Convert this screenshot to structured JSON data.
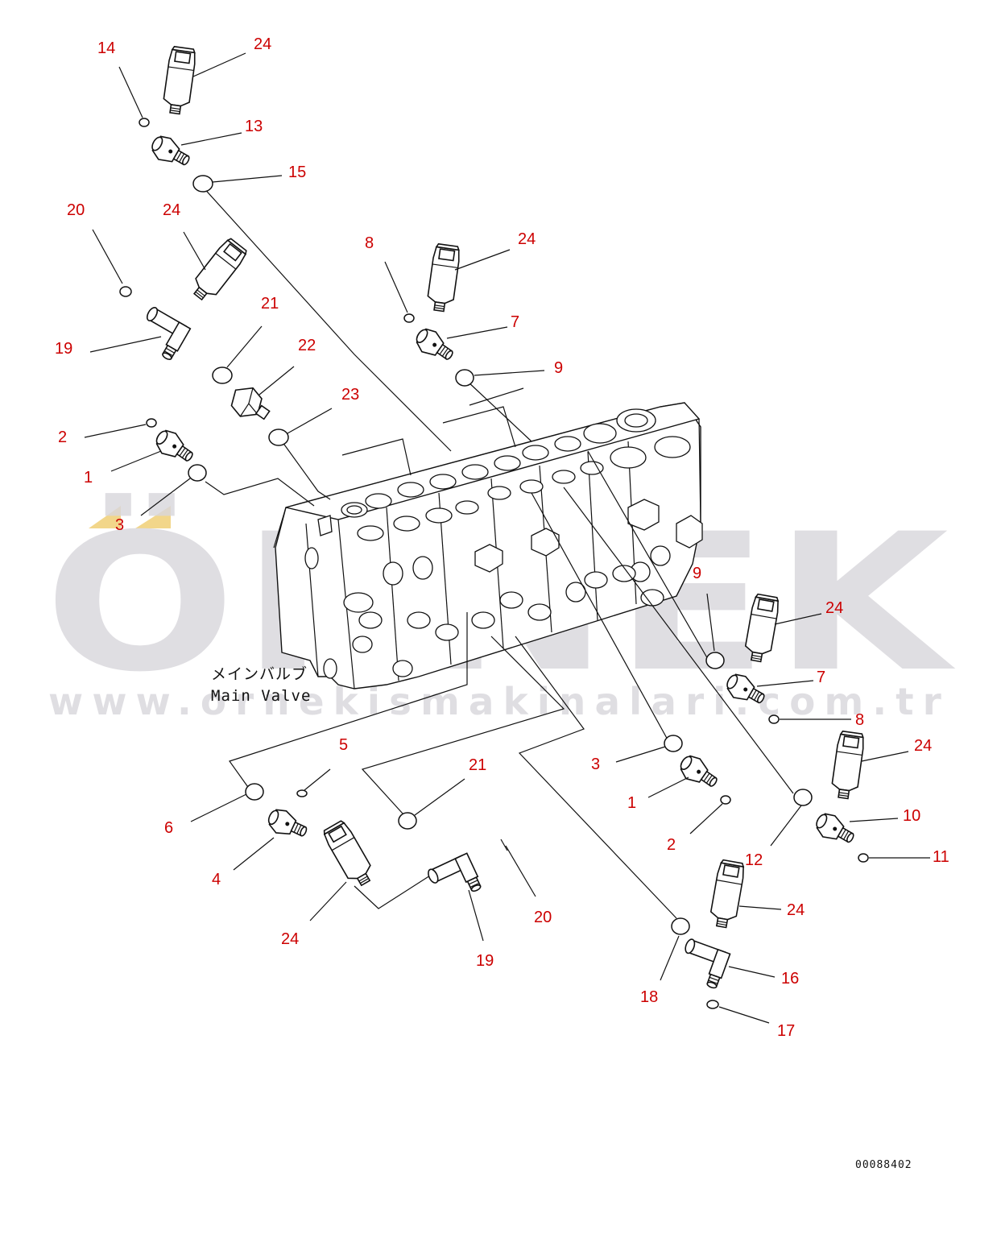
{
  "assembly": {
    "name_jp": "メインバルブ",
    "name_en": "Main Valve"
  },
  "watermark": {
    "brand": "ÖRNEK",
    "url": "www.ornekismakinalari.com.tr",
    "color": "#d9d7dc"
  },
  "drawing_number": "00088402",
  "callout_color": "#cc0000",
  "callouts": [
    {
      "id": "c14a",
      "label": "14"
    },
    {
      "id": "c24a",
      "label": "24"
    },
    {
      "id": "c13a",
      "label": "13"
    },
    {
      "id": "c15a",
      "label": "15"
    },
    {
      "id": "c20a",
      "label": "20"
    },
    {
      "id": "c24b",
      "label": "24"
    },
    {
      "id": "c21a",
      "label": "21"
    },
    {
      "id": "c19a",
      "label": "19"
    },
    {
      "id": "c22a",
      "label": "22"
    },
    {
      "id": "c23a",
      "label": "23"
    },
    {
      "id": "c2a",
      "label": "2"
    },
    {
      "id": "c1a",
      "label": "1"
    },
    {
      "id": "c3a",
      "label": "3"
    },
    {
      "id": "c8a",
      "label": "8"
    },
    {
      "id": "c24c",
      "label": "24"
    },
    {
      "id": "c7a",
      "label": "7"
    },
    {
      "id": "c9a",
      "label": "9"
    },
    {
      "id": "c9b",
      "label": "9"
    },
    {
      "id": "c24d",
      "label": "24"
    },
    {
      "id": "c7b",
      "label": "7"
    },
    {
      "id": "c8b",
      "label": "8"
    },
    {
      "id": "c24e",
      "label": "24"
    },
    {
      "id": "c10a",
      "label": "10"
    },
    {
      "id": "c11a",
      "label": "11"
    },
    {
      "id": "c12a",
      "label": "12"
    },
    {
      "id": "c3b",
      "label": "3"
    },
    {
      "id": "c1b",
      "label": "1"
    },
    {
      "id": "c2b",
      "label": "2"
    },
    {
      "id": "c5a",
      "label": "5"
    },
    {
      "id": "c6a",
      "label": "6"
    },
    {
      "id": "c4a",
      "label": "4"
    },
    {
      "id": "c21b",
      "label": "21"
    },
    {
      "id": "c24f",
      "label": "24"
    },
    {
      "id": "c19b",
      "label": "19"
    },
    {
      "id": "c20b",
      "label": "20"
    },
    {
      "id": "c18a",
      "label": "18"
    },
    {
      "id": "c24g",
      "label": "24"
    },
    {
      "id": "c16a",
      "label": "16"
    },
    {
      "id": "c17a",
      "label": "17"
    }
  ]
}
